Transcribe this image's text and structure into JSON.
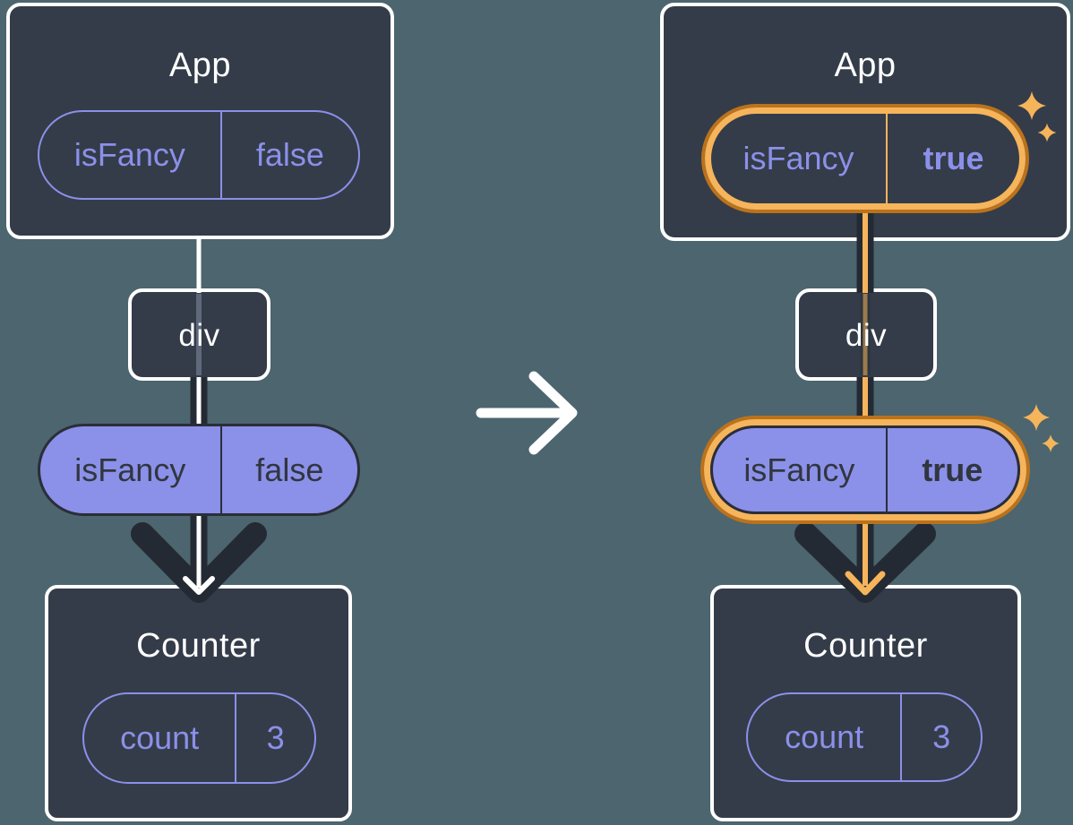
{
  "colors": {
    "background": "#4C656F",
    "box_fill": "#343C49",
    "box_border": "#FFFFFF",
    "accent_purple": "#8B90E9",
    "pill_text_dark": "#31363F",
    "arrow_dark": "#242A33",
    "highlight_orange": "#F6B45B",
    "highlight_orange_dark": "#BA721C"
  },
  "icons": {
    "transition": "arrow-right-icon",
    "flow": "arrow-down-icon",
    "highlight": "sparkle-icon"
  },
  "before": {
    "app": {
      "title": "App",
      "prop_name": "isFancy",
      "prop_value": "false"
    },
    "div": {
      "label": "div"
    },
    "passed_prop": {
      "name": "isFancy",
      "value": "false"
    },
    "counter": {
      "title": "Counter",
      "state_name": "count",
      "state_value": "3"
    }
  },
  "after": {
    "app": {
      "title": "App",
      "prop_name": "isFancy",
      "prop_value": "true"
    },
    "div": {
      "label": "div"
    },
    "passed_prop": {
      "name": "isFancy",
      "value": "true"
    },
    "counter": {
      "title": "Counter",
      "state_name": "count",
      "state_value": "3"
    }
  }
}
